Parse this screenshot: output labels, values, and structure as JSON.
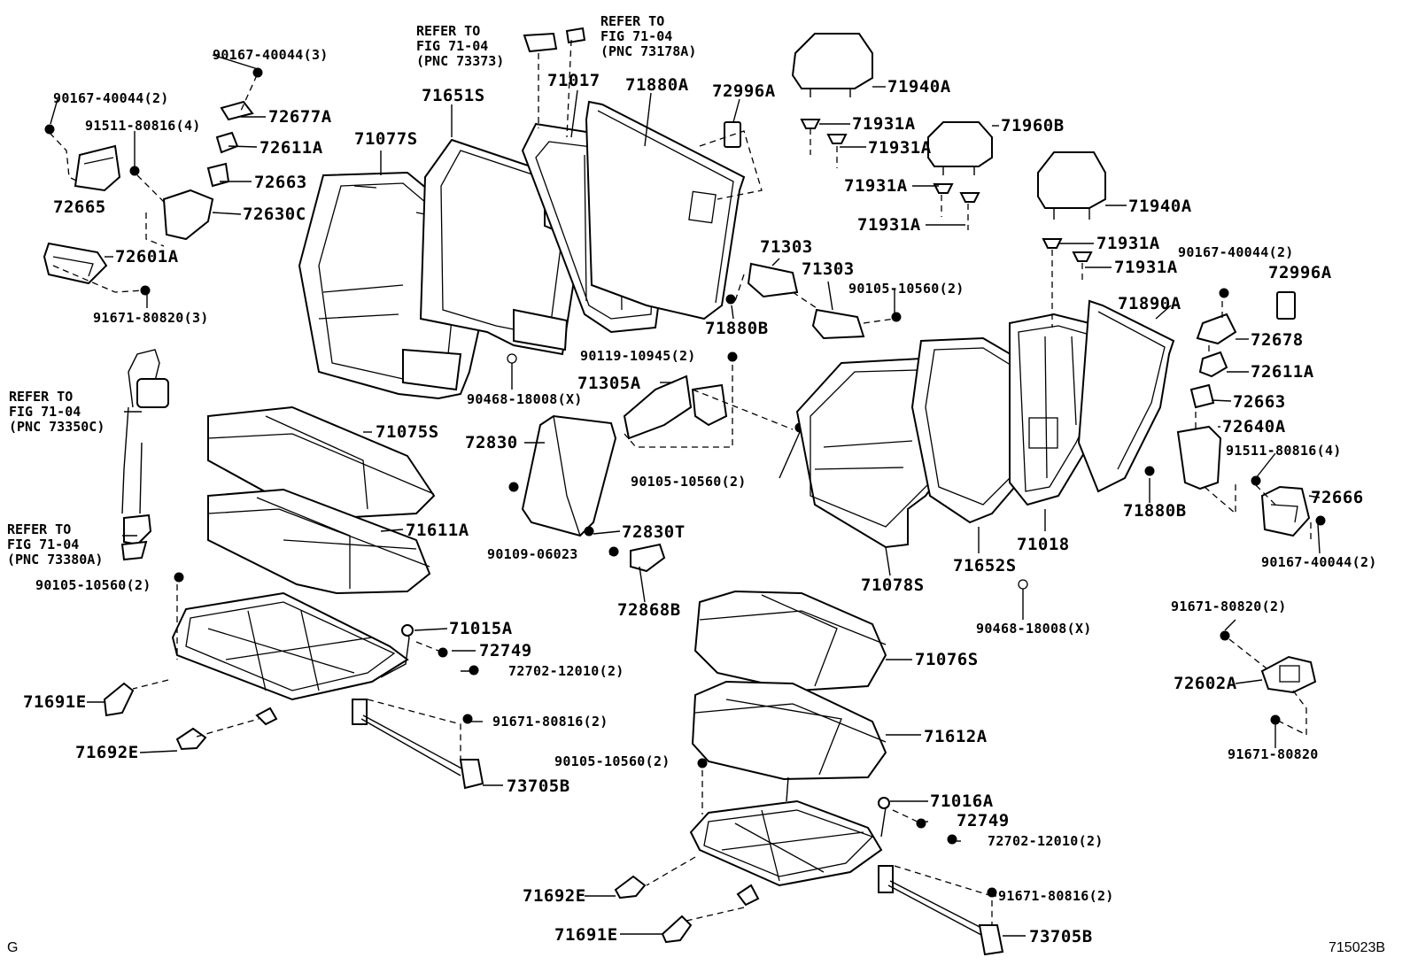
{
  "diagram": {
    "code": "715023B",
    "corner_mark": "G",
    "colors": {
      "line": "#000000",
      "background": "#ffffff"
    },
    "refs": {
      "r1": "REFER TO\nFIG 71-04\n(PNC 73373)",
      "r2": "REFER TO\nFIG 71-04\n(PNC 73178A)",
      "r3": "REFER TO\nFIG 71-04\n(PNC 73350C)",
      "r4": "REFER TO\nFIG 71-04\n(PNC 73380A)"
    },
    "parts": {
      "p01": "90167-40044(3)",
      "p02": "90167-40044(2)",
      "p03": "72677A",
      "p04": "91511-80816(4)",
      "p05": "72611A",
      "p06": "72663",
      "p07": "72665",
      "p08": "72630C",
      "p09": "72601A",
      "p10": "91671-80820(3)",
      "p11": "71651S",
      "p12": "71017",
      "p13": "71880A",
      "p14": "72996A",
      "p15": "71077S",
      "p16": "71940A",
      "p17": "71931A",
      "p18": "71931A",
      "p19": "71960B",
      "p20": "71931A",
      "p21": "71931A",
      "p22": "71940A",
      "p23": "71303",
      "p24": "71303",
      "p25": "90105-10560(2)",
      "p26": "71880B",
      "p27": "71931A",
      "p28": "71931A",
      "p29": "90167-40044(2)",
      "p30": "72996A",
      "p31": "71890A",
      "p32": "72678",
      "p33": "90119-10945(2)",
      "p34": "72611A",
      "p35": "71305A",
      "p36": "90468-18008(X)",
      "p37": "72663",
      "p38": "72640A",
      "p39": "71075S",
      "p40": "72830",
      "p41": "91511-80816(4)",
      "p42": "90105-10560(2)",
      "p43": "72666",
      "p44": "71880B",
      "p45": "71611A",
      "p46": "72830T",
      "p47": "71018",
      "p48": "90167-40044(2)",
      "p49": "90109-06023",
      "p50": "71652S",
      "p51": "90105-10560(2)",
      "p52": "71078S",
      "p53": "72868B",
      "p54": "90468-18008(X)",
      "p55": "91671-80820(2)",
      "p56": "71015A",
      "p57": "72749",
      "p58": "72702-12010(2)",
      "p59": "71076S",
      "p60": "72602A",
      "p61": "71691E",
      "p62": "91671-80816(2)",
      "p63": "71612A",
      "p64": "91671-80820",
      "p65": "71692E",
      "p66": "90105-10560(2)",
      "p67": "73705B",
      "p68": "71016A",
      "p69": "72749",
      "p70": "72702-12010(2)",
      "p71": "71692E",
      "p72": "91671-80816(2)",
      "p73": "71691E",
      "p74": "73705B"
    }
  }
}
